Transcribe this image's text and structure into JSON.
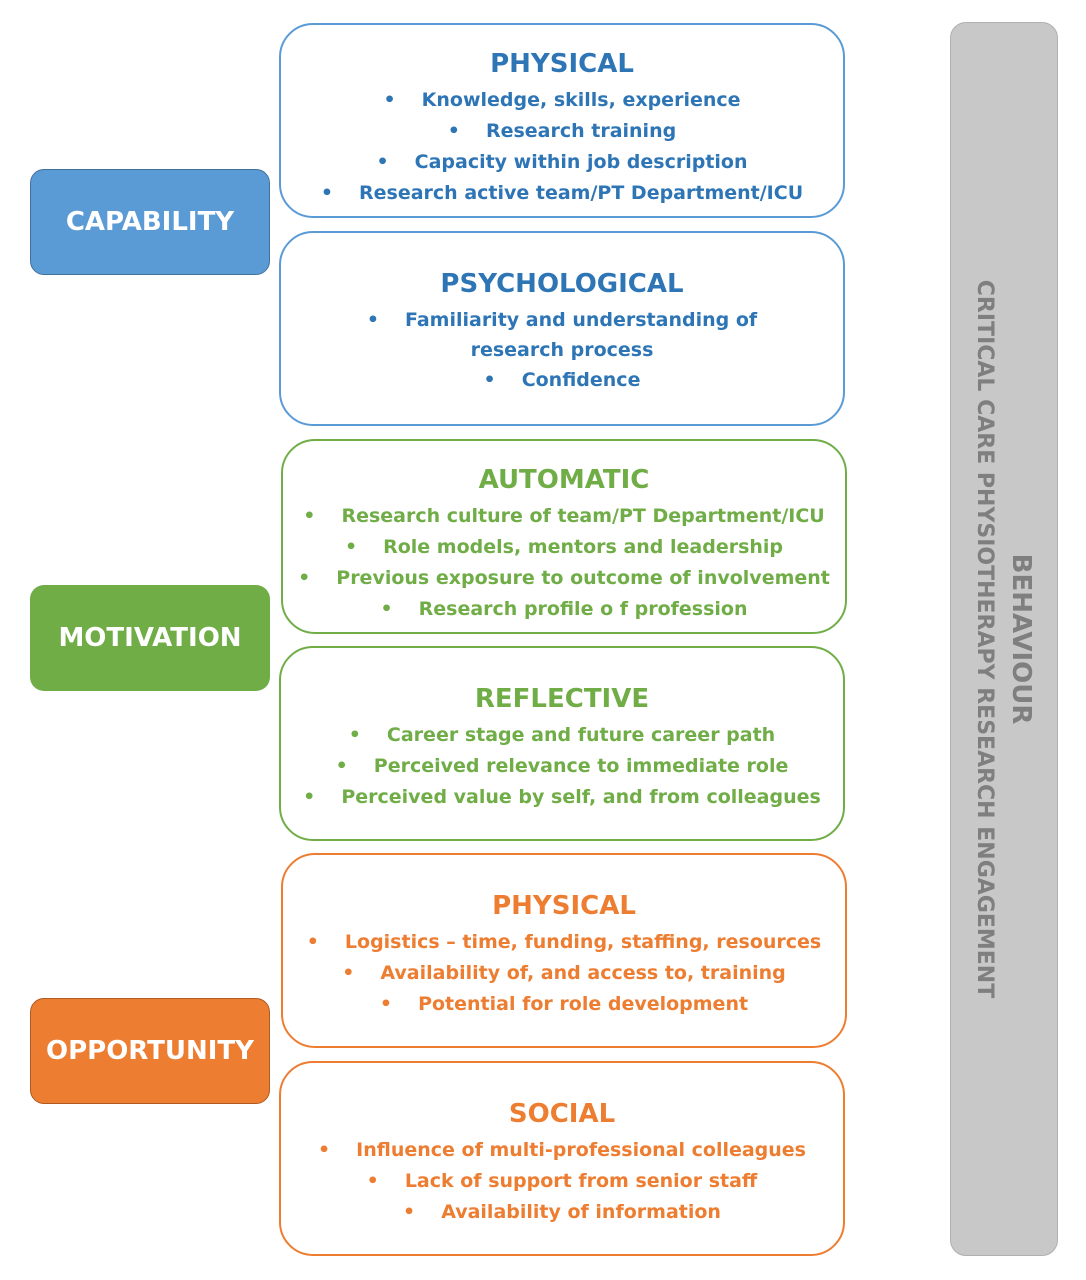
{
  "categories": {
    "capability": {
      "label": "CAPABILITY",
      "color": "#5b9bd5"
    },
    "motivation": {
      "label": "MOTIVATION",
      "color": "#70ad47"
    },
    "opportunity": {
      "label": "OPPORTUNITY",
      "color": "#ed7d31"
    }
  },
  "boxes": {
    "capability_physical": {
      "title": "PHYSICAL",
      "items": [
        "Knowledge, skills, experience",
        "Research training",
        "Capacity within job description",
        "Research active team/PT Department/ICU"
      ]
    },
    "capability_psychological": {
      "title": "PSYCHOLOGICAL",
      "items": [
        "Familiarity and understanding of research process",
        "Confidence"
      ]
    },
    "motivation_automatic": {
      "title": "AUTOMATIC",
      "items": [
        "Research culture  of team/PT Department/ICU",
        "Role models, mentors and leadership",
        "Previous exposure to outcome of involvement",
        "Research profile o f profession"
      ]
    },
    "motivation_reflective": {
      "title": "REFLECTIVE",
      "items": [
        "Career stage and  future career path",
        "Perceived relevance to immediate role",
        "Perceived value by self, and from colleagues"
      ]
    },
    "opportunity_physical": {
      "title": "PHYSICAL",
      "items": [
        "Logistics – time, funding, staffing, resources",
        "Availability of, and access to, training",
        "Potential for role development"
      ]
    },
    "opportunity_social": {
      "title": "SOCIAL",
      "items": [
        "Influence of  multi-professional colleagues",
        "Lack of support from senior staff",
        "Availability of information"
      ]
    }
  },
  "behaviour": {
    "title": "BEHAVIOUR",
    "subtitle": "CRITICAL CARE PHYSIOTHERAPY RESEARCH ENGAGEMENT",
    "color": "#c8c8c8"
  }
}
